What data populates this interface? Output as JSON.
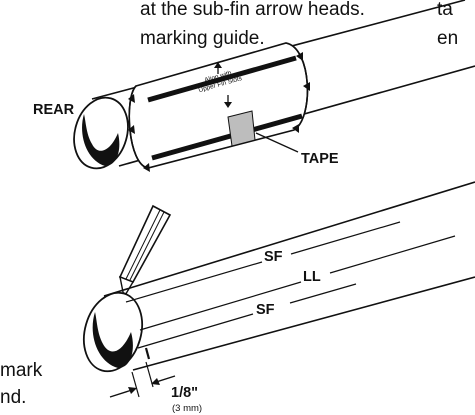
{
  "top_text": {
    "left_line1": "at the sub-fin arrow heads.",
    "left_line2": "marking guide.",
    "right_line1": "ta",
    "right_line2": "en"
  },
  "bottom_text": {
    "line1": "mark",
    "line2": "nd."
  },
  "upper_tube": {
    "rear_label": "REAR",
    "tape_label": "TAPE",
    "guide_line1": "Align with",
    "guide_line2": "Upper Fin Slots"
  },
  "lower_tube": {
    "line_labels": [
      "SF",
      "LL",
      "SF"
    ],
    "dimension_value": "1/8\"",
    "dimension_metric": "(3 mm)"
  }
}
